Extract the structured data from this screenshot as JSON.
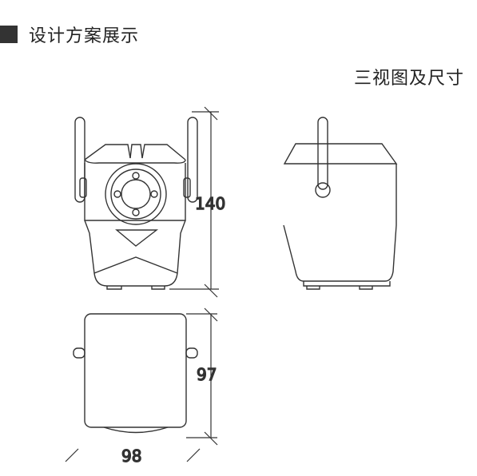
{
  "header": {
    "title": "设计方案展示"
  },
  "subtitle": "三视图及尺寸",
  "dimensions": {
    "height": "140",
    "depth": "97",
    "width": "98"
  }
}
